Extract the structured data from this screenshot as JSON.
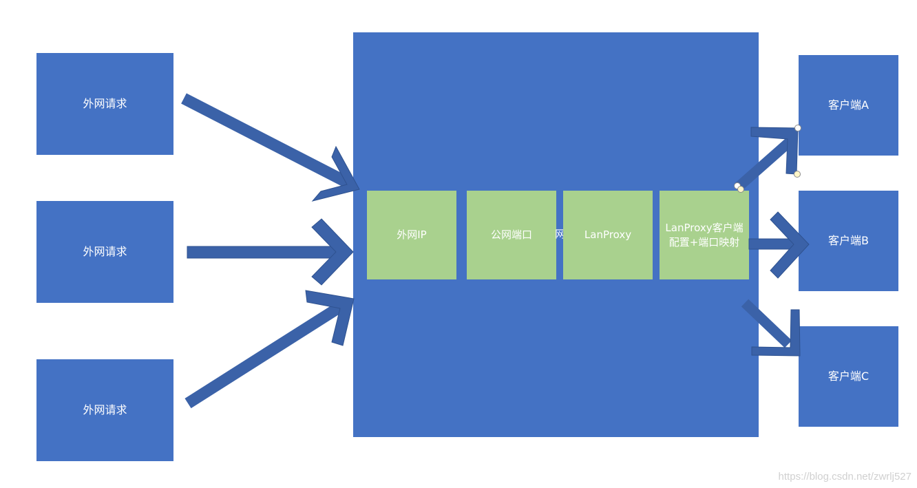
{
  "left_nodes": [
    {
      "label": "外网请求"
    },
    {
      "label": "外网请求"
    },
    {
      "label": "外网请求"
    }
  ],
  "server": {
    "components": [
      {
        "label": "外网IP"
      },
      {
        "label": "公网端口"
      },
      {
        "label": "LanProxy"
      },
      {
        "label": "LanProxy客户端配置+端口映射"
      }
    ],
    "stray_text": "网"
  },
  "right_nodes": [
    {
      "label": "客户端A"
    },
    {
      "label": "客户端B"
    },
    {
      "label": "客户端C"
    }
  ],
  "colors": {
    "node": "#4472c4",
    "component": "#a9d18e",
    "arrow": "#3b62a8",
    "text": "#ffffff"
  },
  "watermark": "https://blog.csdn.net/zwrlj527"
}
